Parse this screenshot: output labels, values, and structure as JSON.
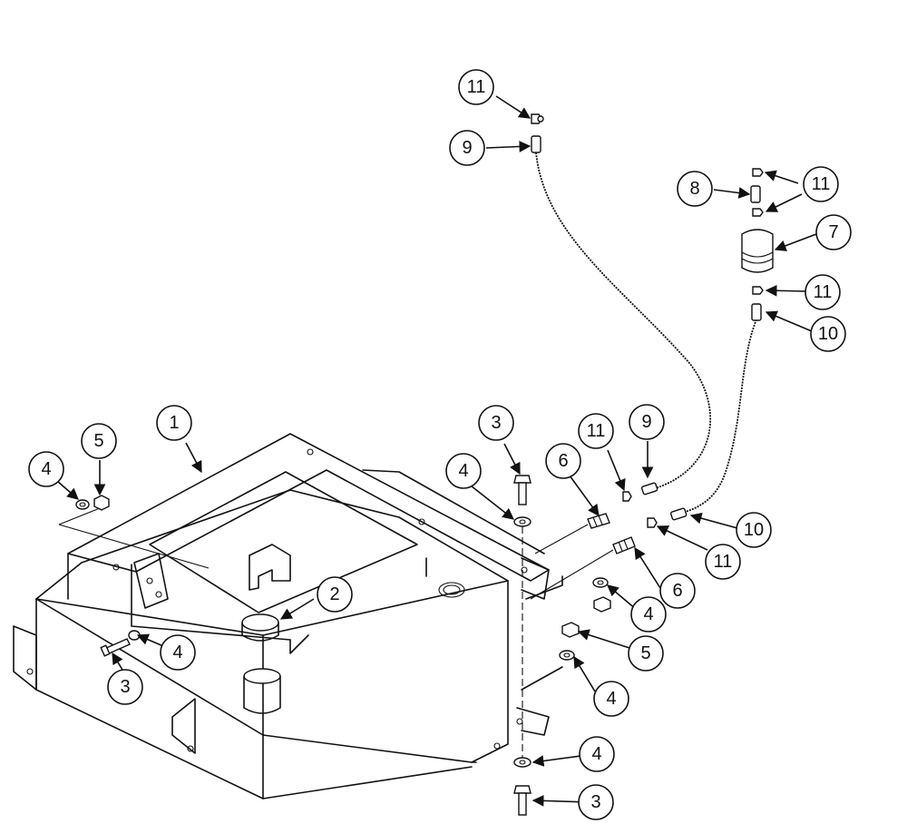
{
  "callouts": [
    {
      "id": "c1",
      "label": "1"
    },
    {
      "id": "c2",
      "label": "2"
    },
    {
      "id": "c3a",
      "label": "3"
    },
    {
      "id": "c3b",
      "label": "3"
    },
    {
      "id": "c3c",
      "label": "3"
    },
    {
      "id": "c4a",
      "label": "4"
    },
    {
      "id": "c4b",
      "label": "4"
    },
    {
      "id": "c4c",
      "label": "4"
    },
    {
      "id": "c4d",
      "label": "4"
    },
    {
      "id": "c4e",
      "label": "4"
    },
    {
      "id": "c4f",
      "label": "4"
    },
    {
      "id": "c5a",
      "label": "5"
    },
    {
      "id": "c5b",
      "label": "5"
    },
    {
      "id": "c6a",
      "label": "6"
    },
    {
      "id": "c6b",
      "label": "6"
    },
    {
      "id": "c7",
      "label": "7"
    },
    {
      "id": "c8",
      "label": "8"
    },
    {
      "id": "c9a",
      "label": "9"
    },
    {
      "id": "c9b",
      "label": "9"
    },
    {
      "id": "c10a",
      "label": "10"
    },
    {
      "id": "c10b",
      "label": "10"
    },
    {
      "id": "c11a",
      "label": "11"
    },
    {
      "id": "c11b",
      "label": "11"
    },
    {
      "id": "c11c",
      "label": "11"
    },
    {
      "id": "c11d",
      "label": "11"
    },
    {
      "id": "c11e",
      "label": "11"
    }
  ]
}
